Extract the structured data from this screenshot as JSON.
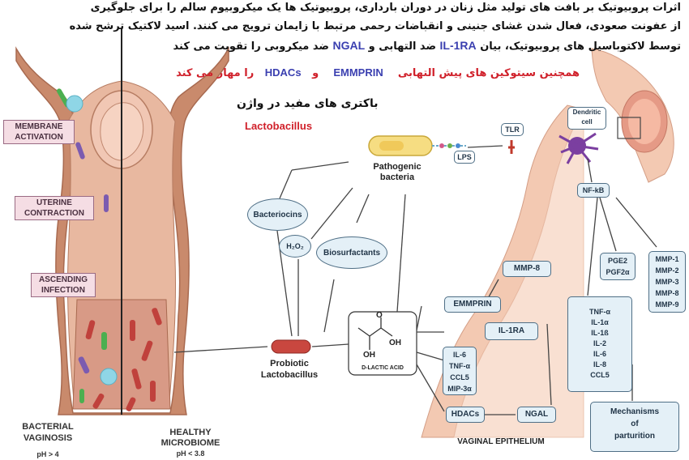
{
  "header": {
    "persian_line1": "اثرات پروبیوتیک بر بافت های تولید مثل زنان در دوران بارداری، پروبیوتیک ها یک میکروبیوم سالم را برای جلوگیری",
    "persian_line2": "از عفونت صعودی، فعال شدن غشای جنینی و انقباضات رحمی مرتبط با زایمان ترویج می کنند. اسید لاکتیک ترشح شده",
    "persian_line3_part1": "توسط لاکتوباسیل های پروبیوتیک، بیان",
    "il1ra": "IL-1RA",
    "persian_line3_part2": "ضد التهابی و",
    "ngal": "NGAL",
    "persian_line3_part3": "ضد میکروبی را تقویت می کند",
    "persian_line4_part1": "همچنین سیتوکین های پیش التهابی",
    "emmprin": "EMMPRIN",
    "va": "و",
    "hdacs": "HDACs",
    "persian_line4_part2": "را مهار می کند",
    "beneficial_bacteria": "باکتری های مفید در واژن",
    "lactobacillus": "Lactobacillus"
  },
  "left_labels": {
    "membrane": [
      "MEMBRANE",
      "ACTIVATION"
    ],
    "uterine": [
      "UTERINE",
      "CONTRACTION"
    ],
    "ascending": [
      "ASCENDING",
      "INFECTION"
    ],
    "bacterial_vaginosis": [
      "BACTERIAL",
      "VAGINOSIS"
    ],
    "ph_bad": "pH > 4",
    "healthy": [
      "HEALTHY",
      "MICROBIOME"
    ],
    "ph_good": "pH < 3.8"
  },
  "diagram": {
    "pathogenic": [
      "Pathogenic",
      "bacteria"
    ],
    "bacteriocins": "Bacteriocins",
    "h2o2": "H₂O₂",
    "biosurfactants": "Biosurfactants",
    "probiotic": [
      "Probiotic",
      "Lactobacillus"
    ],
    "d_lactic": "D-LACTIC ACID",
    "oh1": "OH",
    "oh2": "OH",
    "o": "O",
    "tlr": "TLR",
    "lps": "LPS",
    "dendritic": [
      "Dendritic",
      "cell"
    ],
    "nfkb": "NF-kB",
    "mmp8": "MMP-8",
    "emmprin_box": "EMMPRIN",
    "il1ra_box": "IL-1RA",
    "cytokines_small": [
      "IL-6",
      "TNF-α",
      "CCL5",
      "MIP-3α"
    ],
    "hdacs_box": "HDACs",
    "ngal_box": "NGAL",
    "pge": [
      "PGE2",
      "PGF2α"
    ],
    "mmps": [
      "MMP-1",
      "MMP-2",
      "MMP-3",
      "MMP-8",
      "MMP-9"
    ],
    "cytokines_large": [
      "TNF-α",
      "IL-1α",
      "IL-1ß",
      "IL-2",
      "IL-6",
      "IL-8",
      "CCL5"
    ],
    "mechanisms": [
      "Mechanisms",
      "of",
      "parturition"
    ],
    "vaginal_epithelium": "VAGINAL EPITHELIUM"
  },
  "colors": {
    "red_text": "#d0202a",
    "blue_text": "#3a3fb0",
    "tissue": "#c98a6c",
    "box_fill": "#e4f0f7"
  }
}
